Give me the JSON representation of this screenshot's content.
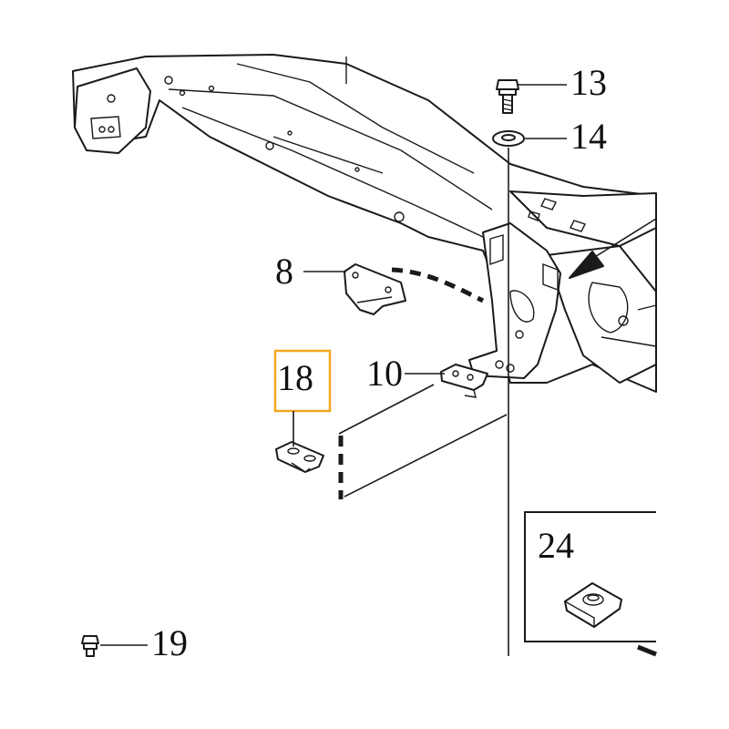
{
  "callouts": {
    "c13": "13",
    "c14": "14",
    "c8": "8",
    "c10": "10",
    "c18": "18",
    "c24": "24",
    "c19": "19"
  },
  "highlight_color": "#f5a623",
  "highlighted_callout": "18"
}
